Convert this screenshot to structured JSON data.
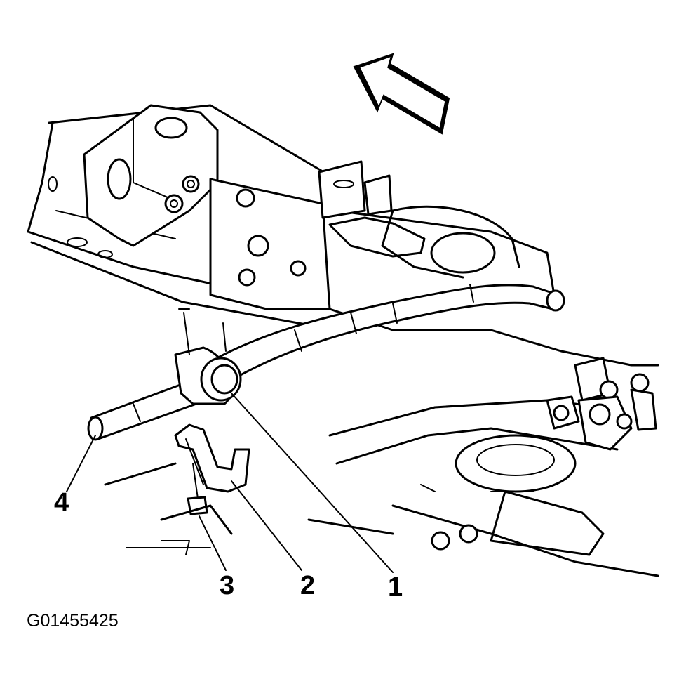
{
  "figure_id": "G01455425",
  "callouts": [
    {
      "key": "1",
      "label": "1"
    },
    {
      "key": "2",
      "label": "2"
    },
    {
      "key": "3",
      "label": "3"
    },
    {
      "key": "4",
      "label": "4"
    }
  ],
  "colors": {
    "line": "#000000",
    "background": "#ffffff"
  },
  "icons": {
    "direction": "forward-arrow-icon"
  }
}
